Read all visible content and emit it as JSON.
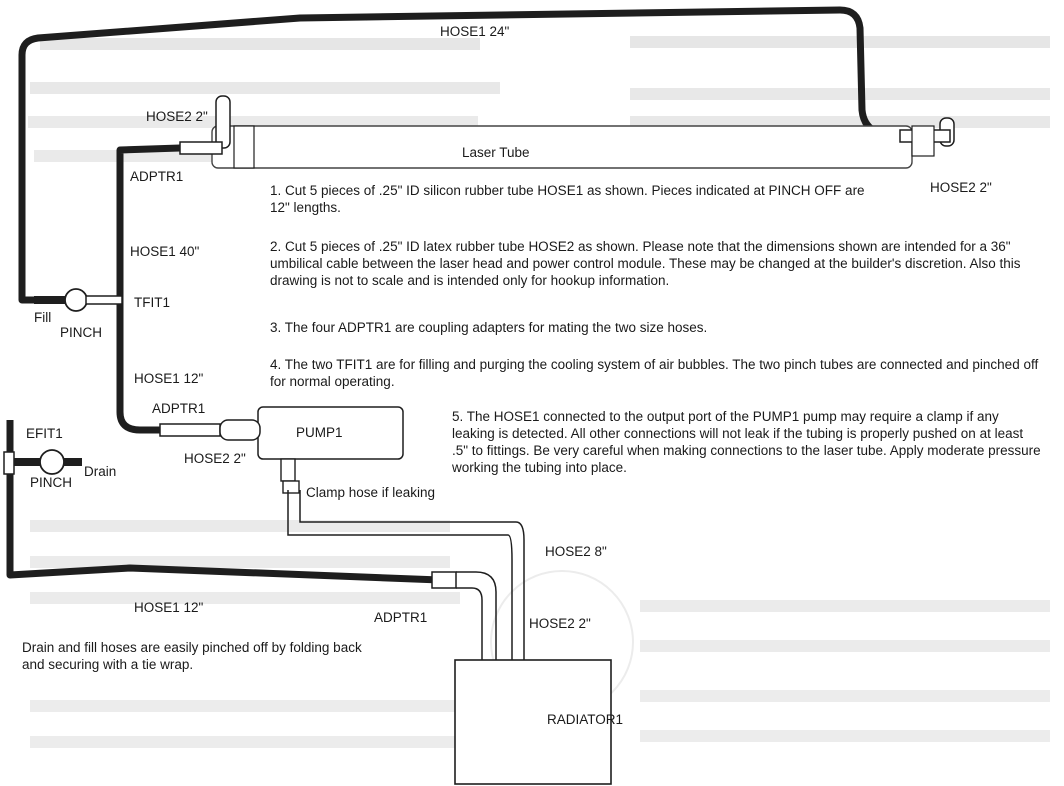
{
  "labels": {
    "hose1_24": "HOSE1 24\"",
    "hose2_2_top_left": "HOSE2 2\"",
    "laser_tube": "Laser Tube",
    "adptr1_top": "ADPTR1",
    "hose2_2_top_right": "HOSE2  2\"",
    "hose1_40": "HOSE1 40\"",
    "fill": "Fill",
    "pinch_top": "PINCH",
    "tfit1": "TFIT1",
    "hose1_12_mid": "HOSE1 12\"",
    "adptr1_mid": "ADPTR1",
    "pump1": "PUMP1",
    "efit1": "EFIT1",
    "drain": "Drain",
    "pinch_bottom": "PINCH",
    "hose2_2_mid": "HOSE2 2\"",
    "clamp": "Clamp hose if leaking",
    "hose2_8": "HOSE2 8\"",
    "hose1_12_bottom": "HOSE1 12\"",
    "adptr1_bottom": "ADPTR1",
    "hose2_2_bottom": "HOSE2 2\"",
    "radiator1": "RADIATOR1"
  },
  "notes": {
    "n1": "1. Cut 5 pieces of .25\" ID silicon rubber tube HOSE1 as shown.  Pieces indicated at PINCH OFF are 12\" lengths.",
    "n2": "2. Cut 5 pieces of .25\" ID  latex rubber tube HOSE2 as shown.  Please note that the dimensions shown are intended for a 36\" umbilical cable between the laser head and power control module.  These may be changed at the builder's discretion.  Also this drawing is not to scale and is intended only for hookup information.",
    "n3": "3. The four ADPTR1 are coupling adapters for mating the two size hoses.",
    "n4": "4. The two TFIT1 are for filling and  purging the cooling system of air bubbles.  The two pinch tubes are connected and pinched off for normal operating.",
    "n5": "5. The HOSE1 connected  to the output port of the PUMP1 pump may require a clamp if any leaking is detected.  All other connections will not leak if the tubing is properly pushed on at least .5\" to fittings.  Be very careful when making connections  to  the laser tube.  Apply moderate pressure working the tubing into place.",
    "drain_fill": "Drain and fill hoses are easily pinched off by folding back and securing with a tie wrap."
  }
}
